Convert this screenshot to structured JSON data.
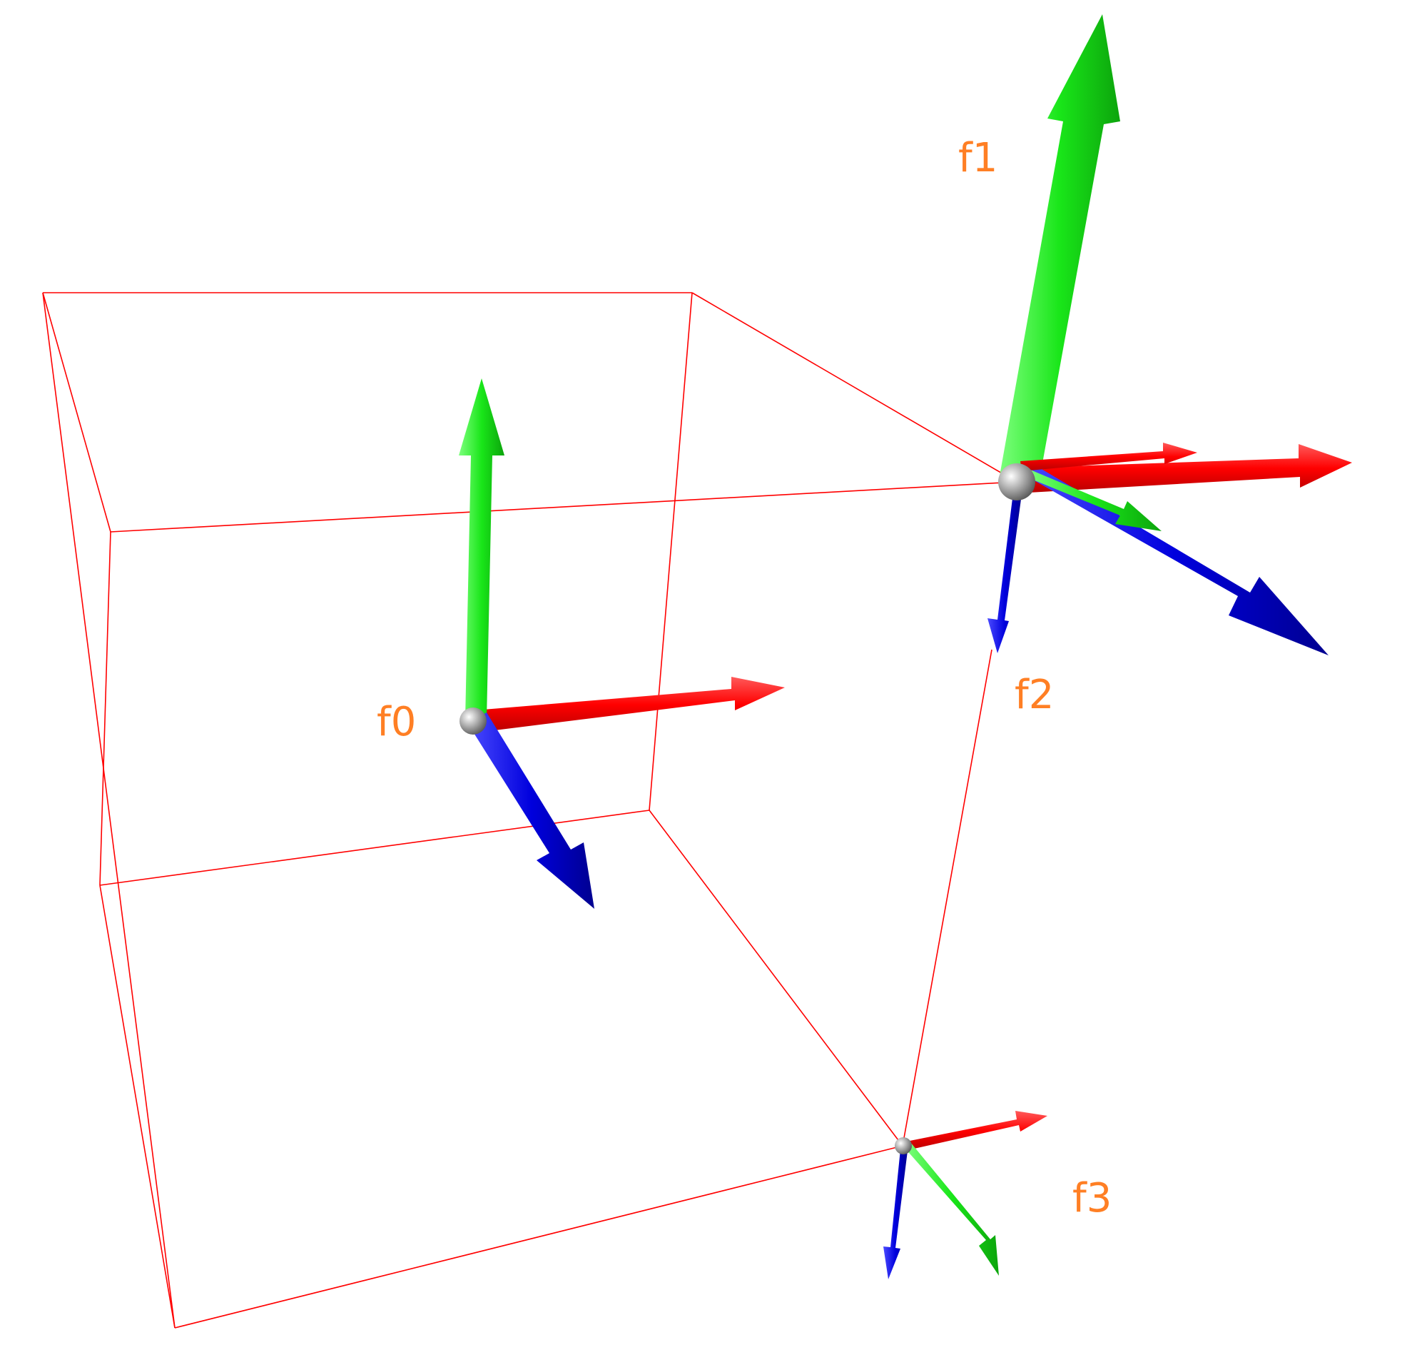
{
  "scene": {
    "background": "#ffffff",
    "wireframe_color": "#ff0000",
    "label_color": "#ff7f24",
    "axis_colors": {
      "x": "#ff1a1a",
      "y": "#22ee22",
      "z": "#1a1aee"
    },
    "origin_marker_color": "#a8a8a8"
  },
  "frames": [
    {
      "id": "f0",
      "label": "f0"
    },
    {
      "id": "f1",
      "label": "f1"
    },
    {
      "id": "f2",
      "label": "f2"
    },
    {
      "id": "f3",
      "label": "f3"
    }
  ]
}
